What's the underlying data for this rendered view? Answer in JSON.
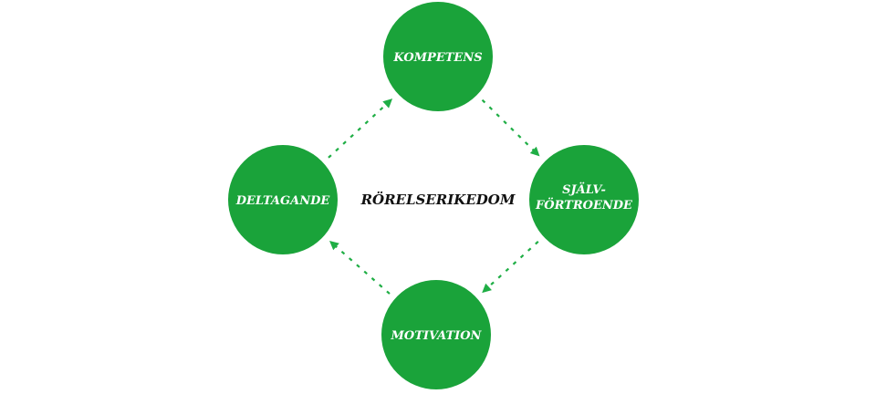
{
  "diagram": {
    "title": "RÖRELSERIKEDOM",
    "color": "#1aa33a",
    "nodes": [
      {
        "id": "kompetens",
        "lines": [
          "KOMPETENS"
        ]
      },
      {
        "id": "sjalvfortroende",
        "lines": [
          "SJÄLV-",
          "FÖRTROENDE"
        ]
      },
      {
        "id": "motivation",
        "lines": [
          "MOTIVATION"
        ]
      },
      {
        "id": "deltagande",
        "lines": [
          "DELTAGANDE"
        ]
      }
    ],
    "edges": [
      {
        "from": "kompetens",
        "to": "sjalvfortroende",
        "style": "dashed-arrow"
      },
      {
        "from": "sjalvfortroende",
        "to": "motivation",
        "style": "dashed-arrow"
      },
      {
        "from": "motivation",
        "to": "deltagande",
        "style": "dashed-arrow"
      },
      {
        "from": "deltagande",
        "to": "kompetens",
        "style": "dashed-arrow"
      }
    ]
  }
}
